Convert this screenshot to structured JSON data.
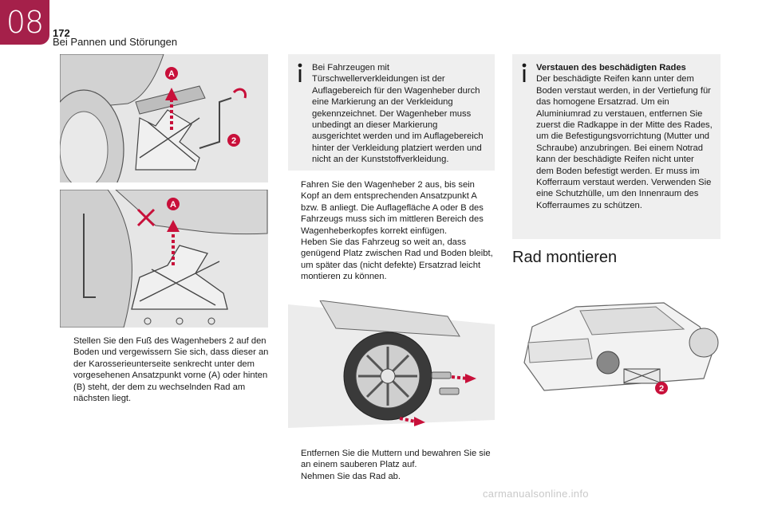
{
  "header": {
    "chapter": "08",
    "page_number": "172",
    "section": "Bei Pannen und Störungen"
  },
  "colors": {
    "accent": "#a5204a",
    "callout_red": "#c8103a",
    "box_bg": "#efefef"
  },
  "figures": {
    "fig1": {
      "badges": [
        "A",
        "2"
      ]
    },
    "fig2": {
      "badges": [
        "A"
      ]
    },
    "fig4": {
      "badges": [
        "2"
      ]
    }
  },
  "col1": {
    "bullet1": {
      "mark": "",
      "text": "Stellen Sie den Fuß des Wagenhebers 2 auf den Boden und vergewissern Sie sich, dass dieser an der Karosserieunterseite senkrecht unter dem vorgesehenen Ansatzpunkt vorne (A) oder hinten (B) steht, der dem zu wechselnden Rad am nächsten liegt."
    }
  },
  "col2": {
    "info": "Bei Fahrzeugen mit Türschwellerverkleidungen ist der Auflagebereich für den Wagenheber durch eine Markierung an der Verkleidung gekennzeichnet. Der Wagenheber muss unbedingt an dieser Markierung ausgerichtet werden und im Auflagebereich hinter der Verkleidung platziert werden und nicht an der Kunststoffverkleidung.",
    "bullets": [
      {
        "mark": "",
        "text": "Fahren Sie den Wagenheber 2 aus, bis sein Kopf an dem entsprechenden Ansatzpunkt A bzw. B anliegt. Die Auflagefläche A oder B des Fahrzeugs muss sich im mittleren Bereich des Wagenheberkopfes korrekt einfügen."
      },
      {
        "mark": "",
        "text": "Heben Sie das Fahrzeug so weit an, dass genügend Platz zwischen Rad und Boden bleibt, um später das (nicht defekte) Ersatzrad leicht montieren zu können."
      }
    ],
    "bullets_bottom": [
      {
        "mark": "",
        "text": "Entfernen Sie die Muttern und bewahren Sie sie an einem sauberen Platz auf."
      },
      {
        "mark": "",
        "text": "Nehmen Sie das Rad ab."
      }
    ]
  },
  "col3": {
    "info_title": "Verstauen des beschädigten Rades",
    "info_body": "Der beschädigte Reifen kann unter dem Boden verstaut werden, in der Vertiefung für das homogene Ersatzrad. Um ein Aluminiumrad zu verstauen, entfernen Sie zuerst die Radkappe in der Mitte des Rades, um die Befestigungsvorrichtung (Mutter und Schraube) anzubringen. Bei einem Notrad kann der beschädigte Reifen nicht unter dem Boden befestigt werden. Er muss im Kofferraum verstaut werden. Verwenden Sie eine Schutzhülle, um den Innenraum des Kofferraumes zu schützen.",
    "heading": "Rad montieren"
  },
  "watermark": "carmanualsonline.info"
}
